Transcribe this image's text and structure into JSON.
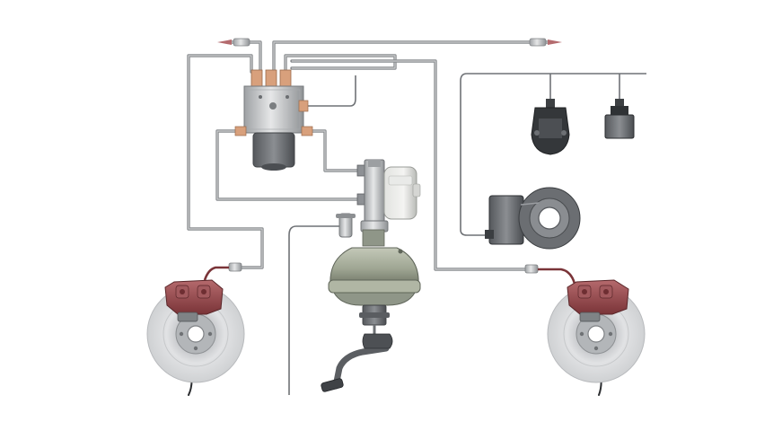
{
  "colors": {
    "background": "#ffffff",
    "brake_line": "#8a8d90",
    "caliper": "#9a4b4f",
    "disc": "#d8d9db",
    "booster": "#9fa693",
    "sensor": "#4a4d50",
    "fitting": "#d8a07c"
  },
  "components": [
    "hydraulic-modulator",
    "master-cylinder",
    "fluid-reservoir",
    "brake-booster",
    "brake-pedal",
    "left-wheel-brake",
    "right-wheel-brake",
    "ecu-module",
    "wheel-speed-sensor",
    "pressure-sensor"
  ]
}
